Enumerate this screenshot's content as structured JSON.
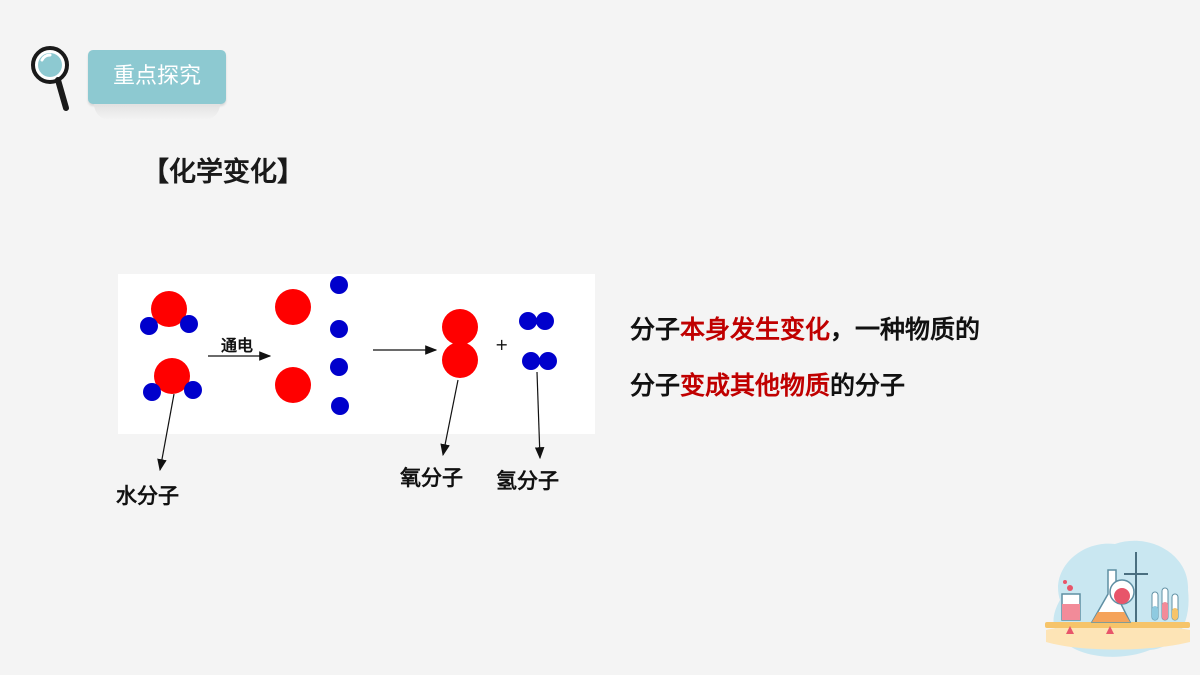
{
  "header": {
    "badge_label": "重点探究"
  },
  "section": {
    "title": "【化学变化】"
  },
  "diagram": {
    "reaction_condition": "通电",
    "plus_sign": "+",
    "labels": {
      "water": "水分子",
      "oxygen": "氧分子",
      "hydrogen": "氢分子"
    },
    "colors": {
      "oxygen_atom": "#ff0000",
      "hydrogen_atom": "#0000cc"
    }
  },
  "statement": {
    "line1": [
      {
        "text": "分子",
        "hl": false
      },
      {
        "text": "本身发生变化",
        "hl": true
      },
      {
        "text": "，一种物质的",
        "hl": false
      }
    ],
    "line2": [
      {
        "text": "分子",
        "hl": false
      },
      {
        "text": "变成其他物质",
        "hl": true
      },
      {
        "text": "的分子",
        "hl": false
      }
    ]
  },
  "colors": {
    "accent": "#8dc9d1",
    "highlight": "#c00000"
  }
}
